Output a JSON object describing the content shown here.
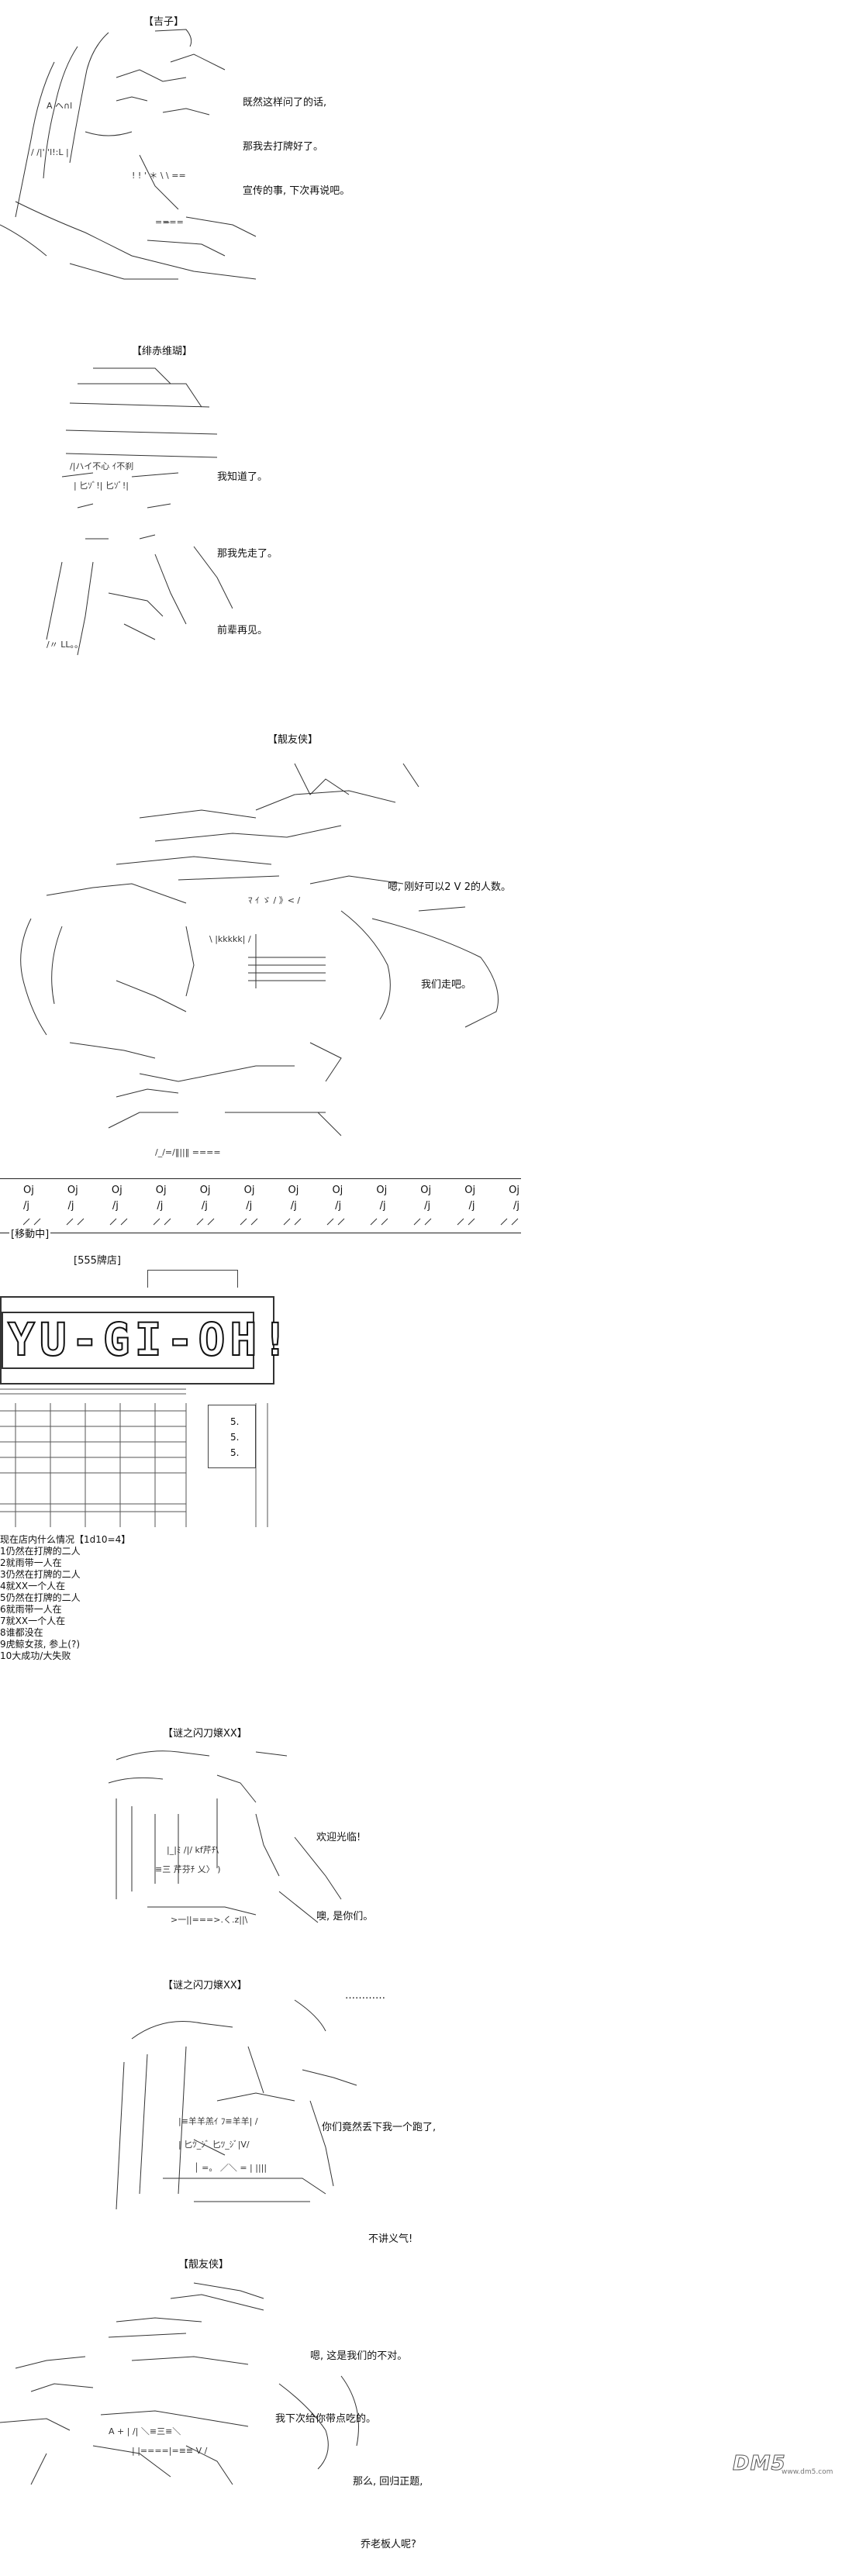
{
  "panels": [
    {
      "speaker": "【吉子】",
      "lines": [
        "既然这样问了的话,",
        "那我去打牌好了。",
        "宣传的事, 下次再说吧。"
      ]
    },
    {
      "speaker": "【绯赤维瑚】",
      "lines": [
        "我知道了。",
        "那我先走了。",
        "前辈再见。"
      ]
    },
    {
      "speaker": "【靓友侠】",
      "lines": [
        "嗯, 刚好可以2 V 2的人数。",
        "我们走吧。"
      ]
    },
    {
      "speaker": "【谜之闪刀嬢XX】",
      "lines": [
        "欢迎光临!",
        "噢, 是你们。",
        "…………"
      ]
    },
    {
      "speaker": "【谜之闪刀嬢XX】",
      "lines": [
        "你们竟然丢下我一个跑了,",
        "不讲义气!"
      ]
    },
    {
      "speaker": "【靓友侠】",
      "lines": [
        "嗯, 这是我们的不对。",
        "我下次给你带点吃的。",
        "那么, 回归正题,",
        "乔老板人呢?"
      ]
    }
  ],
  "divider": {
    "marks": [
      "Oj",
      "Oj",
      "Oj",
      "Oj",
      "Oj",
      "Oj",
      "Oj",
      "Oj",
      "Oj",
      "Oj",
      "Oj",
      "Oj"
    ],
    "marks2": [
      "/j",
      "/j",
      "/j",
      "/j",
      "/j",
      "/j",
      "/j",
      "/j",
      "/j",
      "/j",
      "/j",
      "/j"
    ],
    "moving_tag": "[移動中]"
  },
  "shop": {
    "name": "[555牌店]",
    "logo": "YU-GI-OH!",
    "sign_numbers": [
      "5.",
      "5.",
      "5."
    ]
  },
  "roll": {
    "title": "现在店内什么情况【1d10=4】",
    "options": [
      "1仍然在打牌的二人",
      "2就雨带一人在",
      "3仍然在打牌的二人",
      "4就XX一个人在",
      "5仍然在打牌的二人",
      "6就雨带一人在",
      "7就XX一个人在",
      "8谁都没在",
      "9虎鲸女孩, 参上(?)",
      "10大成功/大失败"
    ]
  },
  "watermark": {
    "logo": "DM5",
    "domain": "www.dm5.com"
  }
}
